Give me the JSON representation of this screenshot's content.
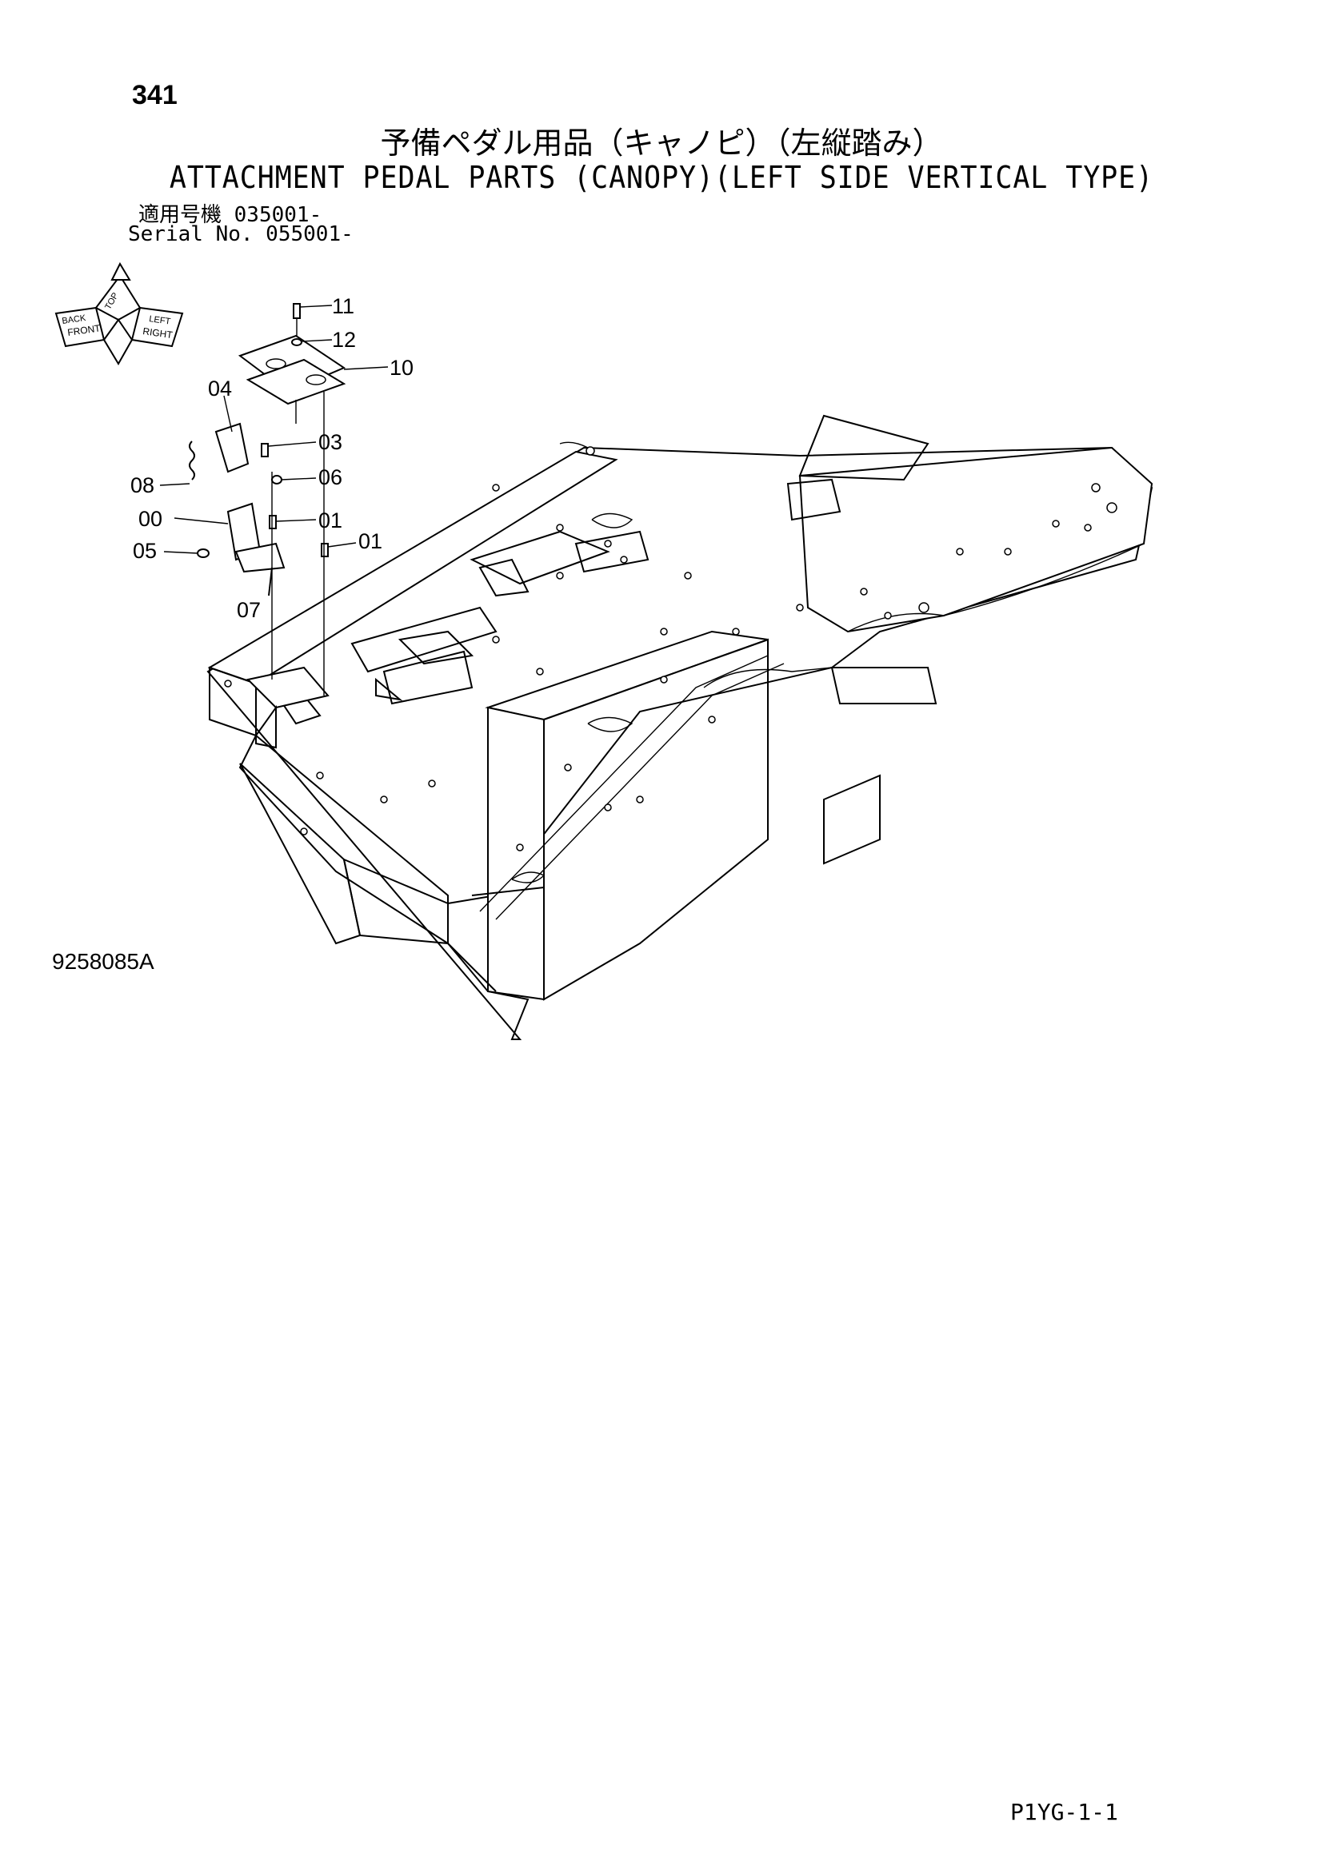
{
  "page_number": "341",
  "title_jp": "予備ペダル用品（キャノピ）（左縦踏み）",
  "title_en": "ATTACHMENT PEDAL PARTS (CANOPY)(LEFT SIDE VERTICAL TYPE)",
  "serial_jp": "適用号機  035001-",
  "serial_en": "Serial No. 055001-",
  "orientation_labels": {
    "front": "FRONT",
    "right": "RIGHT",
    "top": "TOP",
    "back": "BACK",
    "left": "LEFT"
  },
  "callouts": [
    {
      "id": "11"
    },
    {
      "id": "12"
    },
    {
      "id": "10"
    },
    {
      "id": "04"
    },
    {
      "id": "03"
    },
    {
      "id": "08"
    },
    {
      "id": "06"
    },
    {
      "id": "00"
    },
    {
      "id": "01"
    },
    {
      "id": "05"
    },
    {
      "id": "01"
    },
    {
      "id": "07"
    }
  ],
  "drawing_id": "9258085A",
  "page_code": "P1YG-1-1"
}
